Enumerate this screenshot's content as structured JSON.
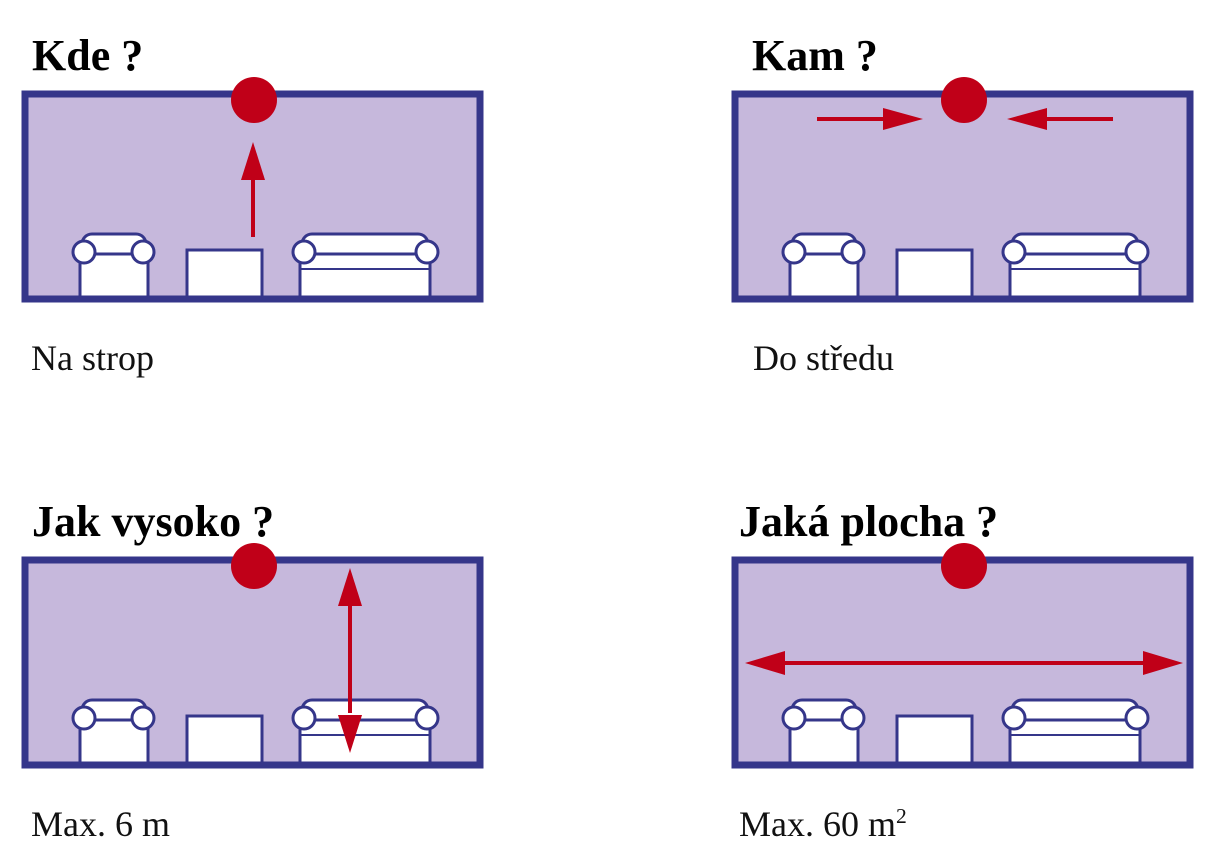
{
  "colors": {
    "wall": "#35368a",
    "room_fill": "#c6b8dc",
    "lamp": "#c00018",
    "arrow": "#c00018",
    "furniture_stroke": "#35368a",
    "furniture_fill": "#ffffff"
  },
  "panels": [
    {
      "title": "Kde ?",
      "caption": "Na strop",
      "caption_sup": ""
    },
    {
      "title": "Kam ?",
      "caption": "Do středu",
      "caption_sup": ""
    },
    {
      "title": "Jak vysoko ?",
      "caption": "Max. 6 m",
      "caption_sup": ""
    },
    {
      "title": "Jaká plocha ?",
      "caption": "Max. 60 m",
      "caption_sup": "2"
    }
  ]
}
